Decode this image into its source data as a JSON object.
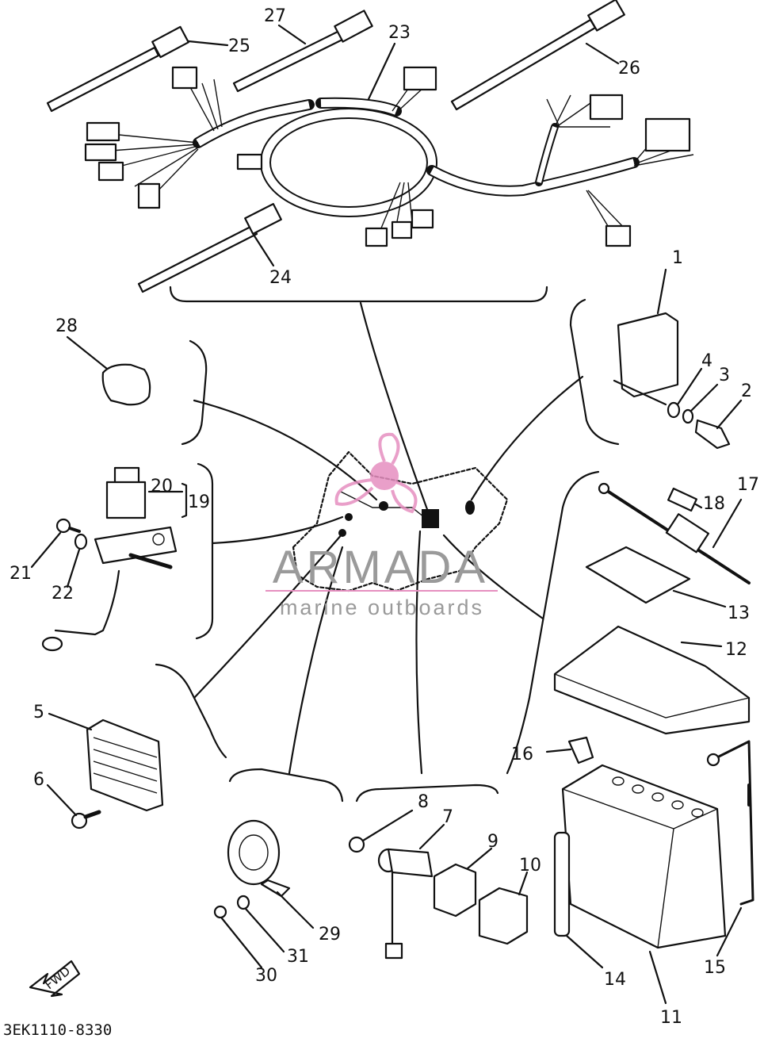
{
  "diagram": {
    "part_numbers": {
      "p1": "1",
      "p2": "2",
      "p3": "3",
      "p4": "4",
      "p5": "5",
      "p6": "6",
      "p7": "7",
      "p8": "8",
      "p9": "9",
      "p10": "10",
      "p11": "11",
      "p12": "12",
      "p13": "13",
      "p14": "14",
      "p15": "15",
      "p16": "16",
      "p17": "17",
      "p18": "18",
      "p19": "19",
      "p20": "20",
      "p21": "21",
      "p22": "22",
      "p23": "23",
      "p24": "24",
      "p25": "25",
      "p26": "26",
      "p27": "27",
      "p28": "28",
      "p29": "29",
      "p30": "30",
      "p31": "31"
    },
    "drawing_code": "3EK1110-8330",
    "direction_label": "FWD"
  },
  "watermark": {
    "brand": "ARMADA",
    "tagline": "marine outboards",
    "color_text": "#9a9a9a",
    "color_logo": "#e68fc0"
  }
}
